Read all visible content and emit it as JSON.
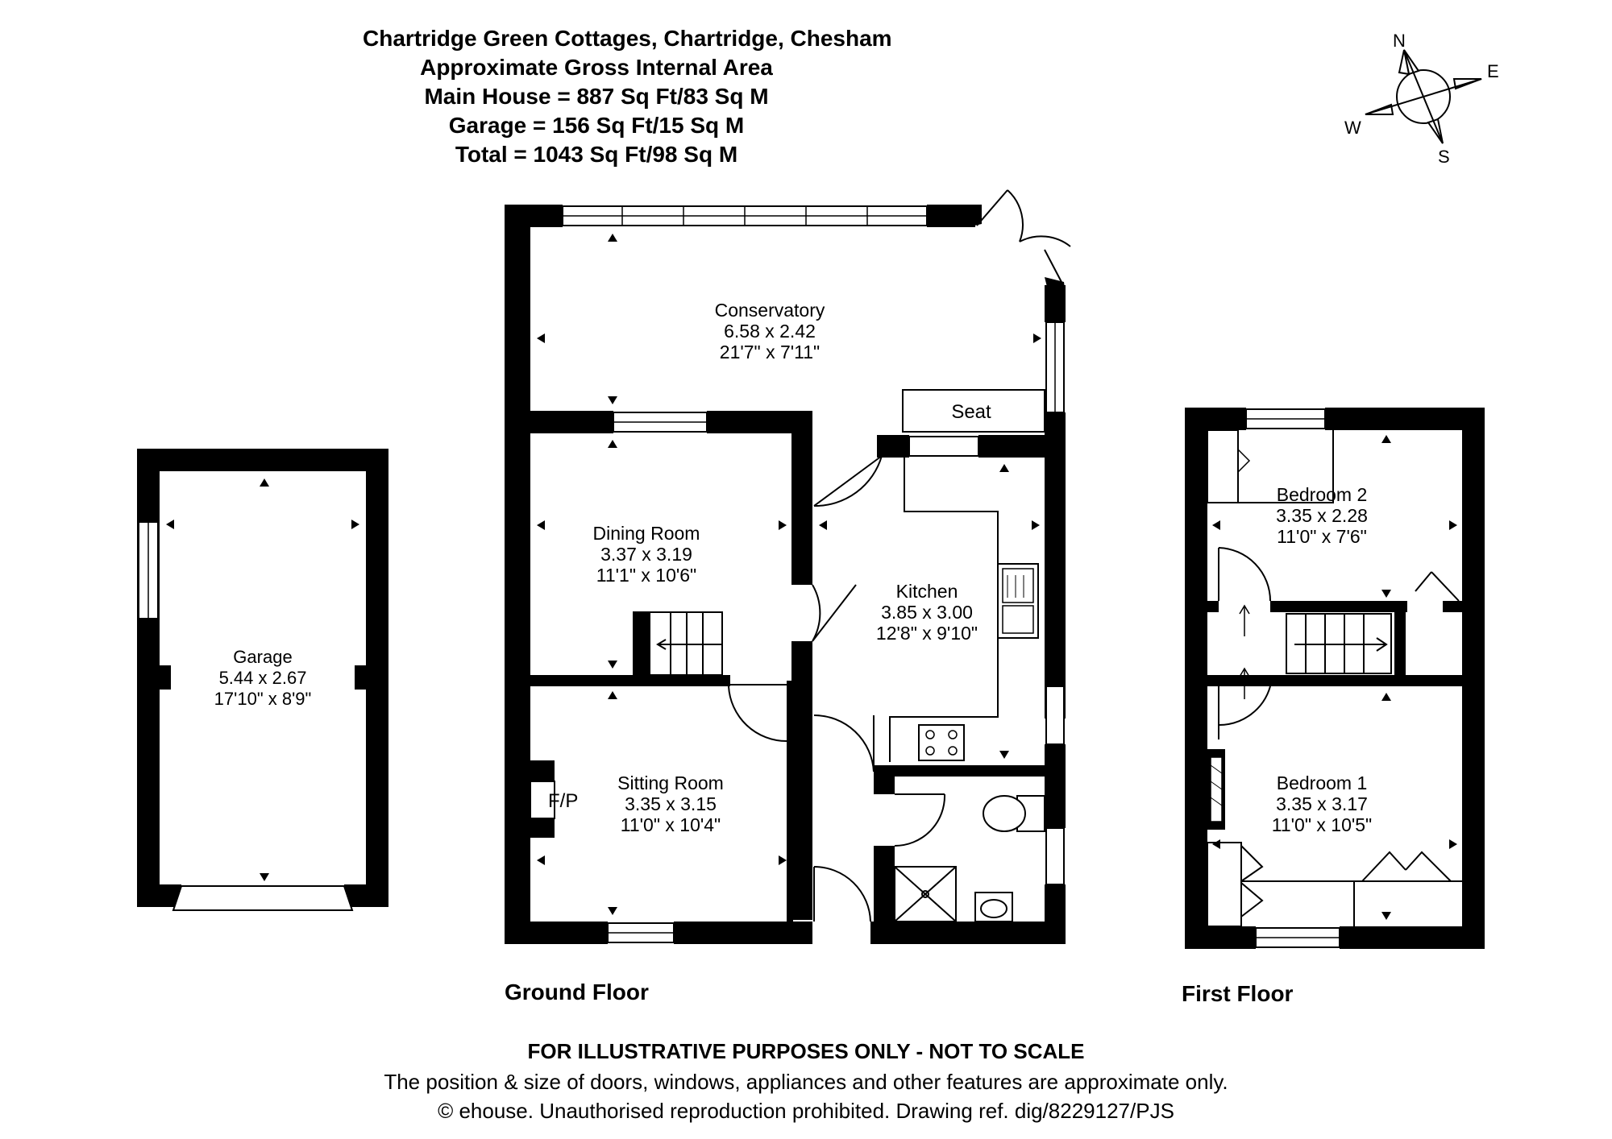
{
  "header": {
    "line1": "Chartridge Green Cottages, Chartridge, Chesham",
    "line2": "Approximate Gross Internal Area",
    "line3": "Main House = 887 Sq Ft/83 Sq M",
    "line4": "Garage = 156 Sq Ft/15 Sq M",
    "line5": "Total = 1043 Sq Ft/98 Sq M"
  },
  "compass": {
    "n": "N",
    "e": "E",
    "s": "S",
    "w": "W"
  },
  "rooms": {
    "garage": {
      "name": "Garage",
      "metric": "5.44 x 2.67",
      "imperial": "17'10\" x 8'9\""
    },
    "conservatory": {
      "name": "Conservatory",
      "metric": "6.58 x 2.42",
      "imperial": "21'7\" x 7'11\""
    },
    "seat": {
      "name": "Seat"
    },
    "dining": {
      "name": "Dining Room",
      "metric": "3.37 x 3.19",
      "imperial": "11'1\" x 10'6\""
    },
    "kitchen": {
      "name": "Kitchen",
      "metric": "3.85 x 3.00",
      "imperial": "12'8\" x 9'10\""
    },
    "sitting": {
      "name": "Sitting Room",
      "metric": "3.35 x 3.15",
      "imperial": "11'0\" x 10'4\""
    },
    "fireplace": {
      "name": "F/P"
    },
    "bedroom2": {
      "name": "Bedroom 2",
      "metric": "3.35 x 2.28",
      "imperial": "11'0\" x 7'6\""
    },
    "bedroom1": {
      "name": "Bedroom 1",
      "metric": "3.35 x 3.17",
      "imperial": "11'0\" x 10'5\""
    }
  },
  "floors": {
    "ground": "Ground Floor",
    "first": "First Floor"
  },
  "footer": {
    "disclaimer": "FOR ILLUSTRATIVE PURPOSES ONLY - NOT TO SCALE",
    "note": "The position & size of doors, windows, appliances and other features are approximate only.",
    "copyright": "© ehouse. Unauthorised reproduction prohibited. Drawing ref. dig/8229127/PJS"
  }
}
